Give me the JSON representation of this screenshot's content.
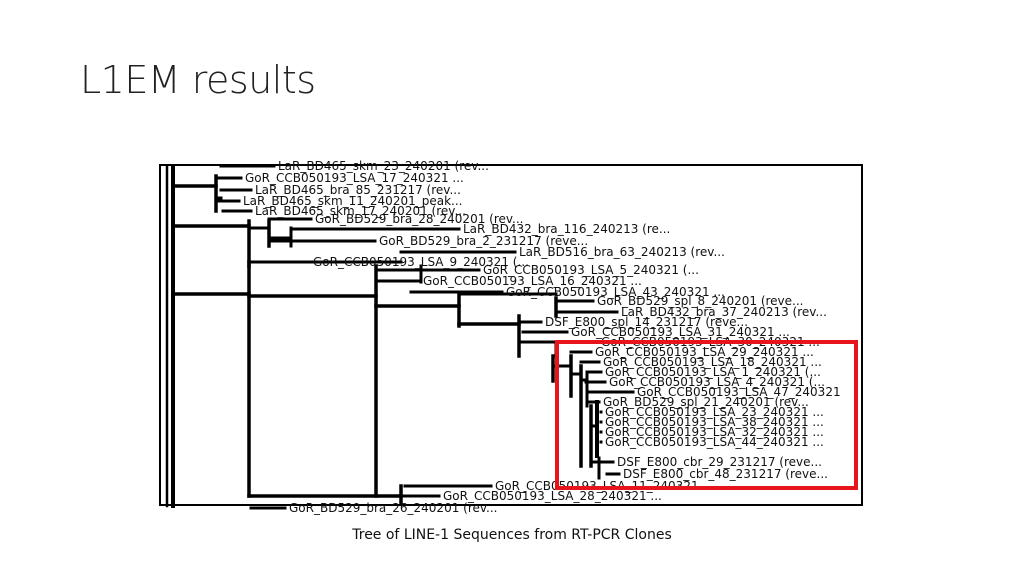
{
  "slide": {
    "title": "L1EM results",
    "caption": "Tree of LINE-1 Sequences from RT-PCR Clones"
  },
  "colors": {
    "highlight": "#e8141b",
    "branch": "#000000"
  },
  "tree": {
    "leaf_labels": [
      "LaR_BD465_skm_23_240201 (rev...",
      "GoR_CCB050193_LSA_17_240321 ...",
      "LaR_BD465_bra_85_231217 (rev...",
      "LaR_BD465_skm_11_240201_peak...",
      "LaR_BD465_skm_17_240201 (rev...",
      "GoR_BD529_bra_28_240201 (rev...",
      "LaR_BD432_bra_116_240213 (re...",
      "GoR_BD529_bra_2_231217 (reve...",
      "LaR_BD516_bra_63_240213 (rev...",
      "GoR_CCB050193_LSA_9_240321 (...",
      "GoR_CCB050193_LSA_5_240321 (...",
      "GoR_CCB050193_LSA_16_240321 ...",
      "GoR_CCB050193_LSA_43_240321 ...",
      "GoR_BD529_spl_8_240201 (reve...",
      "LaR_BD432_bra_37_240213 (rev...",
      "DSF_E800_spl_14_231217 (reve...",
      "GoR_CCB050193_LSA_31_240321 ...",
      "GoR_CCB050193_LSA_30_240321 ...",
      "GoR_CCB050193_LSA_29_240321 ...",
      "GoR_CCB050193_LSA_18_240321 ...",
      "GoR_CCB050193_LSA_1_240321 (...",
      "GoR_CCB050193_LSA_4_240321 (...",
      "GoR_CCB050193_LSA_47_240321",
      "GoR_BD529_spl_21_240201 (rev...",
      "GoR_CCB050193_LSA_23_240321 ...",
      "GoR_CCB050193_LSA_38_240321 ...",
      "GoR_CCB050193_LSA_32_240321 ...",
      "GoR_CCB050193_LSA_44_240321 ...",
      "DSF_E800_cbr_29_231217 (reve...",
      "DSF_E800_cbr_48_231217 (reve...",
      "GoR_CCB050193_LSA_11_240321 ...",
      "GoR_CCB050193_LSA_28_240321 ...",
      "GoR_BD529_bra_26_240201 (rev..."
    ]
  }
}
